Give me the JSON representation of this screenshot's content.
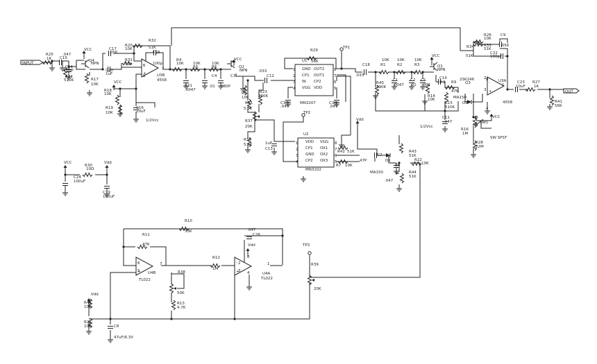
{
  "schematic": {
    "ports": {
      "input": "INPUT",
      "output": "OUT"
    },
    "labels": [
      {
        "key": "R25",
        "text": "R25"
      },
      {
        "key": "R25v",
        "text": "1K"
      },
      {
        "key": "C15v",
        "text": ".047"
      },
      {
        "key": "C15",
        "text": "C15"
      },
      {
        "key": "C14",
        "text": "C14"
      },
      {
        "key": "C14v",
        "text": "100P"
      },
      {
        "key": "R24",
        "text": "R24"
      },
      {
        "key": "R24v",
        "text": "510K"
      },
      {
        "key": "VCC1",
        "text": "VCC"
      },
      {
        "key": "Q4",
        "text": "Q4"
      },
      {
        "key": "Q4t",
        "text": "NPN"
      },
      {
        "key": "R17",
        "text": "R17"
      },
      {
        "key": "R17v",
        "text": "10K"
      },
      {
        "key": "C17",
        "text": "C17"
      },
      {
        "key": "C17v",
        "text": ".056"
      },
      {
        "key": "R20",
        "text": "R20"
      },
      {
        "key": "R20v",
        "text": "10K"
      },
      {
        "key": "R32",
        "text": "R32"
      },
      {
        "key": "R32v",
        "text": "51K"
      },
      {
        "key": "C25",
        "text": "C25"
      },
      {
        "key": "C25v",
        "text": "100p"
      },
      {
        "key": "C20",
        "text": "C20"
      },
      {
        "key": "C20v",
        "text": "1uF"
      },
      {
        "key": "R31",
        "text": "R31"
      },
      {
        "key": "R31v",
        "text": "51K"
      },
      {
        "key": "U3B",
        "text": "U3B"
      },
      {
        "key": "U3Bt",
        "text": "4558"
      },
      {
        "key": "R18",
        "text": "R18"
      },
      {
        "key": "R18v",
        "text": "10K"
      },
      {
        "key": "VCC2",
        "text": "VCC"
      },
      {
        "key": "R19",
        "text": "R19"
      },
      {
        "key": "R19v",
        "text": "10K"
      },
      {
        "key": "C16",
        "text": "C16"
      },
      {
        "key": "C16v",
        "text": "10uF"
      },
      {
        "key": "HALFVCC1",
        "text": "1/2Vcc"
      },
      {
        "key": "R4",
        "text": "R4"
      },
      {
        "key": "R4v",
        "text": "10K"
      },
      {
        "key": "R5",
        "text": "R5"
      },
      {
        "key": "R5v",
        "text": "10K"
      },
      {
        "key": "R6",
        "text": "R6"
      },
      {
        "key": "R6v",
        "text": "10K"
      },
      {
        "key": "C21",
        "text": "C21"
      },
      {
        "key": "C21v",
        "text": ".0047"
      },
      {
        "key": "C4",
        "text": "C4"
      },
      {
        "key": "C4v",
        "text": ".01"
      },
      {
        "key": "C3",
        "text": "C3"
      },
      {
        "key": "C3v",
        "text": "680P"
      },
      {
        "key": "VCC3",
        "text": "VCC"
      },
      {
        "key": "Q2",
        "text": "Q2"
      },
      {
        "key": "Q2t",
        "text": "NPN"
      },
      {
        "key": "R8",
        "text": "R8"
      },
      {
        "key": "R8v",
        "text": "10K"
      },
      {
        "key": "C12v",
        "text": ".033"
      },
      {
        "key": "C12",
        "text": "C12"
      },
      {
        "key": "R35",
        "text": "R35"
      },
      {
        "key": "R35v",
        "text": "5.6K"
      },
      {
        "key": "R23",
        "text": "R23"
      },
      {
        "key": "R23v",
        "text": "100K"
      },
      {
        "key": "R37",
        "text": "R37"
      },
      {
        "key": "R37v",
        "text": "20K"
      },
      {
        "key": "R36",
        "text": "R36"
      },
      {
        "key": "R36v",
        "text": "5.6K"
      },
      {
        "key": "C13v",
        "text": "1uF"
      },
      {
        "key": "C13",
        "text": "C13"
      },
      {
        "key": "R29",
        "text": "R29"
      },
      {
        "key": "R29v",
        "text": "56K"
      },
      {
        "key": "U1",
        "text": "U1"
      },
      {
        "key": "U1t",
        "text": "MN3207"
      },
      {
        "key": "U1p1",
        "text": "GND"
      },
      {
        "key": "U1p2",
        "text": "CP1"
      },
      {
        "key": "U1p3",
        "text": "IN"
      },
      {
        "key": "U1p4",
        "text": "VGG"
      },
      {
        "key": "U1p5",
        "text": "OUT2"
      },
      {
        "key": "U1p6",
        "text": "OUT1"
      },
      {
        "key": "U1p7",
        "text": "CP2"
      },
      {
        "key": "U1p8",
        "text": "VDD"
      },
      {
        "key": "C37",
        "text": "C37"
      },
      {
        "key": "C37v",
        "text": ".047"
      },
      {
        "key": "C36",
        "text": "C36"
      },
      {
        "key": "C36v",
        "text": ".047"
      },
      {
        "key": "TP1",
        "text": "TP1"
      },
      {
        "key": "TP2",
        "text": "TP2"
      },
      {
        "key": "C18",
        "text": "C18"
      },
      {
        "key": "C18v",
        "text": ".033"
      },
      {
        "key": "U2",
        "text": "U2"
      },
      {
        "key": "U2t",
        "text": "MN3102"
      },
      {
        "key": "U2p1",
        "text": "VDD"
      },
      {
        "key": "U2p2",
        "text": "CP1"
      },
      {
        "key": "U2p3",
        "text": "GND"
      },
      {
        "key": "U2p4",
        "text": "CP2"
      },
      {
        "key": "U2p5",
        "text": "VGG"
      },
      {
        "key": "U2p6",
        "text": "OX1"
      },
      {
        "key": "U2p7",
        "text": "OX2"
      },
      {
        "key": "U2p8",
        "text": "OX3"
      },
      {
        "key": "VDD1",
        "text": "Vdd"
      },
      {
        "key": "R42",
        "text": "R42"
      },
      {
        "key": "R42v",
        "text": "51K"
      },
      {
        "key": "C7",
        "text": "C7"
      },
      {
        "key": "C7v",
        "text": "47P"
      },
      {
        "key": "R7",
        "text": "R7"
      },
      {
        "key": "R7v",
        "text": "10K"
      },
      {
        "key": "D1",
        "text": "D1"
      },
      {
        "key": "D1t",
        "text": "MA150"
      },
      {
        "key": "C6",
        "text": "C6"
      },
      {
        "key": "C6v",
        "text": ".047"
      },
      {
        "key": "R43",
        "text": "R43"
      },
      {
        "key": "R43v",
        "text": "51K"
      },
      {
        "key": "R44",
        "text": "R44"
      },
      {
        "key": "R44v",
        "text": "51K"
      },
      {
        "key": "R22",
        "text": "R22"
      },
      {
        "key": "R22v",
        "text": "10K"
      },
      {
        "key": "R1",
        "text": "R1"
      },
      {
        "key": "R1v",
        "text": "10K"
      },
      {
        "key": "R2",
        "text": "R2"
      },
      {
        "key": "R2v",
        "text": "10K"
      },
      {
        "key": "R3",
        "text": "R3"
      },
      {
        "key": "R3v",
        "text": "10K"
      },
      {
        "key": "R40",
        "text": "R40"
      },
      {
        "key": "R40v",
        "text": "390K"
      },
      {
        "key": "C1",
        "text": "C1"
      },
      {
        "key": "C1v",
        "text": ".0047"
      },
      {
        "key": "C2",
        "text": "C2"
      },
      {
        "key": "C2v",
        "text": ".01"
      },
      {
        "key": "C5",
        "text": "C5"
      },
      {
        "key": "C5v",
        "text": ".001"
      },
      {
        "key": "VCC4",
        "text": "VCC"
      },
      {
        "key": "Q1",
        "text": "Q1"
      },
      {
        "key": "Q1t",
        "text": "NPN"
      },
      {
        "key": "R14",
        "text": "R14"
      },
      {
        "key": "R14v",
        "text": "10K"
      },
      {
        "key": "C10",
        "text": "C10"
      },
      {
        "key": "C10v",
        "text": "0.1"
      },
      {
        "key": "R9",
        "text": "R9"
      },
      {
        "key": "R9v",
        "text": "47K"
      },
      {
        "key": "R15",
        "text": "R15"
      },
      {
        "key": "R15v",
        "text": "510K"
      },
      {
        "key": "D2t",
        "text": "MA150"
      },
      {
        "key": "D2",
        "text": "D2"
      },
      {
        "key": "Q3t",
        "text": "2SK246"
      },
      {
        "key": "Q3",
        "text": "Q3"
      },
      {
        "key": "C11",
        "text": "C11"
      },
      {
        "key": "C11v",
        "text": ".047"
      },
      {
        "key": "HALFVCC2",
        "text": "1/2Vcc"
      },
      {
        "key": "R34",
        "text": "R34"
      },
      {
        "key": "R34v",
        "text": "51K"
      },
      {
        "key": "R26",
        "text": "R26"
      },
      {
        "key": "R26v",
        "text": "10K"
      },
      {
        "key": "C9",
        "text": "C9"
      },
      {
        "key": "C9v",
        "text": ".056"
      },
      {
        "key": "R33",
        "text": "R33"
      },
      {
        "key": "R33v",
        "text": "51K"
      },
      {
        "key": "C22",
        "text": "C22"
      },
      {
        "key": "C22v",
        "text": "100pF"
      },
      {
        "key": "U3A",
        "text": "U3A"
      },
      {
        "key": "U3At",
        "text": "4558"
      },
      {
        "key": "C23",
        "text": "C23"
      },
      {
        "key": "C23v",
        "text": "10uF"
      },
      {
        "key": "R27",
        "text": "R27"
      },
      {
        "key": "R27v",
        "text": "1K"
      },
      {
        "key": "R41",
        "text": "R41"
      },
      {
        "key": "R41v",
        "text": "56K"
      },
      {
        "key": "SW1",
        "text": "SW1"
      },
      {
        "key": "VCC5",
        "text": "VCC"
      },
      {
        "key": "R16",
        "text": "R16"
      },
      {
        "key": "R16v",
        "text": "1M"
      },
      {
        "key": "SWt",
        "text": "SW SPST"
      },
      {
        "key": "R28",
        "text": "R28"
      },
      {
        "key": "R28v",
        "text": "22M"
      },
      {
        "key": "VCC6",
        "text": "VCC"
      },
      {
        "key": "VDD2",
        "text": "Vdd"
      },
      {
        "key": "R30",
        "text": "R30"
      },
      {
        "key": "R30v",
        "text": "10Ω"
      },
      {
        "key": "C24",
        "text": "C24"
      },
      {
        "key": "C24v",
        "text": "100uF"
      },
      {
        "key": "C19",
        "text": "C19"
      },
      {
        "key": "C19v",
        "text": "100uF"
      },
      {
        "key": "R10",
        "text": "R10"
      },
      {
        "key": "R10v",
        "text": "33K"
      },
      {
        "key": "C26v",
        "text": ".047"
      },
      {
        "key": "C26",
        "text": "C26"
      },
      {
        "key": "R11",
        "text": "R11"
      },
      {
        "key": "R11v",
        "text": "47K"
      },
      {
        "key": "VDD3",
        "text": "Vdd"
      },
      {
        "key": "TP3",
        "text": "TP3"
      },
      {
        "key": "U4B",
        "text": "U4B"
      },
      {
        "key": "U4Bt",
        "text": "TL022"
      },
      {
        "key": "R38",
        "text": "R38"
      },
      {
        "key": "R12",
        "text": "R12"
      },
      {
        "key": "R12v",
        "text": "1M"
      },
      {
        "key": "U4A",
        "text": "U4A"
      },
      {
        "key": "U4At",
        "text": "TL022"
      },
      {
        "key": "R39",
        "text": "R39"
      },
      {
        "key": "R39v",
        "text": "20K"
      },
      {
        "key": "R38v",
        "text": "50K"
      },
      {
        "key": "R13",
        "text": "R13"
      },
      {
        "key": "R13v",
        "text": "4.7K"
      },
      {
        "key": "VDD4",
        "text": "Vdd"
      },
      {
        "key": "R45",
        "text": "R45"
      },
      {
        "key": "R45v",
        "text": "10K"
      },
      {
        "key": "R21",
        "text": "R21"
      },
      {
        "key": "R21v",
        "text": "10K"
      },
      {
        "key": "C8",
        "text": "C8"
      },
      {
        "key": "C8v",
        "text": "47uF/6.3V"
      }
    ]
  }
}
